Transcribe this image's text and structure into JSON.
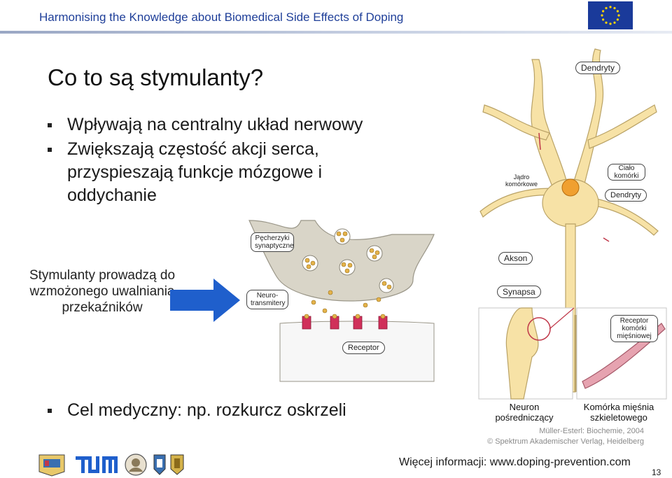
{
  "header": {
    "title": "Harmonising the Knowledge about Biomedical Side Effects of Doping"
  },
  "slide": {
    "title": "Co to są stymulanty?",
    "bullets": [
      "Wpływają na centralny układ nerwowy",
      "Zwiększają częstość akcji serca, przyspieszają funkcje mózgowe i oddychanie"
    ],
    "side_note": "Stymulanty prowadzą do wzmożonego uwalniania przekaźników",
    "bottom_bullet": "Cel medyczny: np. rozkurcz oskrzeli"
  },
  "figure": {
    "labels": {
      "dendrites_top": "Dendryty",
      "nucleus": "Jądro komórkowe",
      "cell_body": "Ciało komórki",
      "dendrites_mid": "Dendryty",
      "vesicles": "Pęcherzyki synaptyczne",
      "axon": "Akson",
      "neurotransmitters": "Neuro-transmitery",
      "synapse": "Synapsa",
      "muscle_receptor": "Receptor komórki mięśniowej",
      "receptor": "Receptor"
    },
    "captions": {
      "interneuron": "Neuron pośredniczący",
      "muscle_cell": "Komórka mięśnia szkieletowego"
    },
    "credits": [
      "Müller-Esterl: Biochemie, 2004",
      "© Spektrum Akademischer Verlag, Heidelberg"
    ]
  },
  "footer": {
    "link_text": "Więcej informacji: www.doping-prevention.com",
    "page_number": "13",
    "logos": [
      "university-seal-logo",
      "tum-logo",
      "portrait-medallion-logo",
      "shield-logo-1",
      "shield-logo-2"
    ]
  },
  "colors": {
    "header_title": "#1f3f99",
    "arrow_blue": "#1f5fcc",
    "neuron_fill": "#f7e2a6",
    "nucleus_orange": "#f0a030",
    "receptor_red": "#d0305a",
    "eu_blue": "#1a3a9a",
    "eu_star": "#ffd400"
  }
}
